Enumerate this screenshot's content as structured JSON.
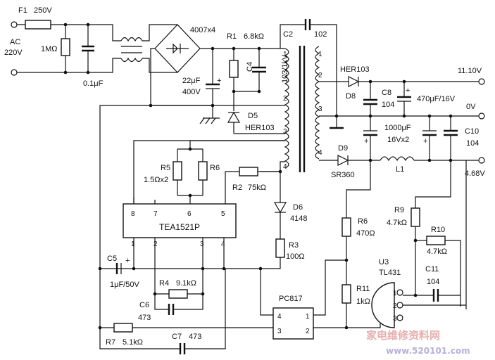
{
  "input": {
    "line1": "AC",
    "line2": "220V"
  },
  "components": {
    "f1": {
      "ref": "F1",
      "value": "250V"
    },
    "r_in": {
      "value": "1MΩ"
    },
    "c_in": {
      "value": "0.1μF"
    },
    "bridge": {
      "value": "4007x4"
    },
    "r1": {
      "ref": "R1",
      "value": "6.8kΩ"
    },
    "c2": {
      "ref": "C2",
      "value": "102"
    },
    "c4": {
      "ref": "C4",
      "value": "103/1kV"
    },
    "c_bulk": {
      "value": "22μF",
      "voltage": "400V"
    },
    "d5": {
      "ref": "D5",
      "type": "HER103"
    },
    "d8": {
      "ref": "D8",
      "type": "HER103"
    },
    "c8": {
      "ref": "C8",
      "value": "104"
    },
    "c_out1": {
      "value": "470μF/16V"
    },
    "c_dual": {
      "value": "1000μF",
      "value2": "16Vx2"
    },
    "c10": {
      "ref": "C10",
      "value": "104"
    },
    "d9": {
      "ref": "D9",
      "type": "SR360"
    },
    "l1": {
      "ref": "L1"
    },
    "r5": {
      "ref": "R5",
      "value": "1.5Ωx2"
    },
    "r6_top": {
      "ref": "R6"
    },
    "r2": {
      "ref": "R2",
      "value": "75kΩ"
    },
    "d6": {
      "ref": "D6",
      "type": "4148"
    },
    "r3": {
      "ref": "R3",
      "value": "100Ω"
    },
    "r6": {
      "ref": "R6",
      "value": "470Ω"
    },
    "r11": {
      "ref": "R11",
      "value": "1kΩ"
    },
    "r9": {
      "ref": "R9",
      "value": "4.7kΩ"
    },
    "r10": {
      "ref": "R10",
      "value": "4.7kΩ"
    },
    "u3": {
      "ref": "U3",
      "type": "TL431"
    },
    "c11": {
      "ref": "C11",
      "value": "104"
    },
    "c5": {
      "ref": "C5",
      "value": "1μF/50V"
    },
    "r4": {
      "ref": "R4",
      "value": "9.1kΩ"
    },
    "c6": {
      "ref": "C6",
      "value": "473"
    },
    "r7": {
      "ref": "R7",
      "value": "5.1kΩ"
    },
    "c7": {
      "ref": "C7",
      "value": "473"
    }
  },
  "ic": {
    "label": "TEA1521P",
    "pins_top": [
      "8",
      "7",
      "6",
      "5"
    ],
    "pins_bottom": [
      "1",
      "2",
      "3",
      "4"
    ]
  },
  "optocoupler": {
    "label": "PC817",
    "pins": [
      "4",
      "3",
      "1",
      "2"
    ]
  },
  "transformer": {
    "primary_pins": [
      "1",
      "2",
      "3",
      "4"
    ],
    "secondary_pins": [
      "1",
      "2",
      "3",
      "4"
    ]
  },
  "tl431_pins": [
    "1",
    "2",
    "3"
  ],
  "outputs": {
    "v1": "11.10V",
    "v0": "0V",
    "v2": "4.68V"
  },
  "watermark": {
    "text": "家电维修资料网",
    "url": "www.520101.com"
  }
}
